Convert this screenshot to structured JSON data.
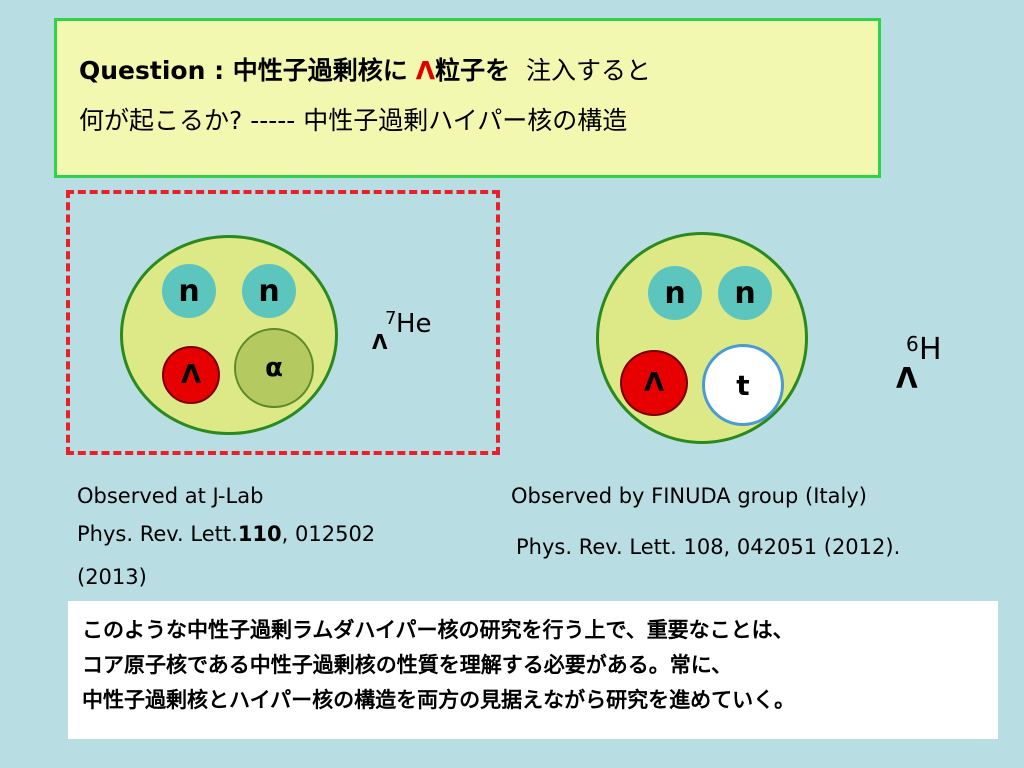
{
  "question": {
    "prefix": "Question : 中性子過剰核に",
    "lambda": "Λ",
    "suffix": "粒子を",
    "tail": "注入すると",
    "line2": "何が起こるか? ----- 中性子過剰ハイパー核の構造"
  },
  "left_diagram": {
    "neutron1": "n",
    "neutron2": "n",
    "lambda": "Λ",
    "core": "α",
    "nucleus_mass": "7",
    "nucleus_element": "He",
    "nucleus_lambda": "Λ"
  },
  "right_diagram": {
    "neutron1": "n",
    "neutron2": "n",
    "lambda": "Λ",
    "core": "t",
    "nucleus_mass": "6",
    "nucleus_element": "H",
    "nucleus_lambda": "Λ"
  },
  "left_ref": {
    "line1": "Observed at J-Lab",
    "line2_prefix": "Phys. Rev. Lett.",
    "line2_volume": "110",
    "line2_suffix": ", 012502",
    "line3": "(2013)"
  },
  "right_ref": {
    "line1": "Observed by FINUDA group (Italy)",
    "line2": "Phys. Rev. Lett. 108, 042051 (2012)."
  },
  "summary": {
    "line1": "このような中性子過剰ラムダハイパー核の研究を行う上で、重要なことは、",
    "line2": "コア原子核である中性子過剰核の性質を理解する必要がある。常に、",
    "line3": "中性子過剰核とハイパー核の構造を両方の見据えながら研究を進めていく。"
  },
  "colors": {
    "background": "#b8dde2",
    "question_box": "#f2f8b0",
    "question_border": "#2fd24a",
    "dashed_border": "#e8202a",
    "nucleus_fill": "#dde887",
    "nucleus_border": "#2b8a1e",
    "neutron": "#5cc6be",
    "lambda": "#e60000",
    "alpha": "#b4c95f",
    "triton_border": "#4a9ad8"
  }
}
